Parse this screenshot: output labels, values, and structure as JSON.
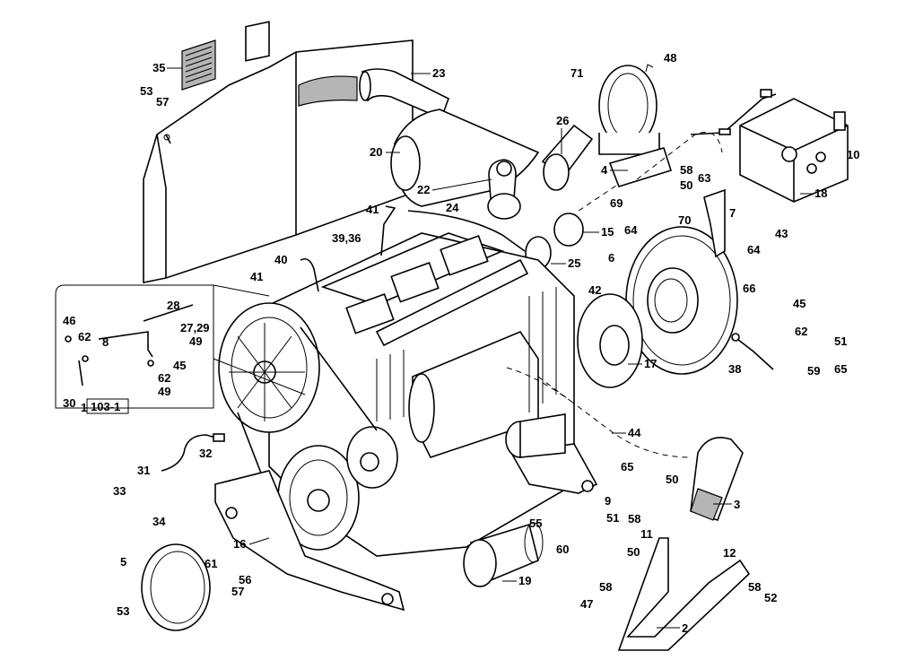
{
  "callouts": {
    "c2": "2",
    "c3": "3",
    "c4": "4",
    "c5": "5",
    "c6": "6",
    "c7": "7",
    "c8": "8",
    "c9": "9",
    "c10": "10",
    "c11": "11",
    "c12": "12",
    "c15": "15",
    "c16": "16",
    "c17": "17",
    "c18": "18",
    "c19": "19",
    "c20": "20",
    "c22": "22",
    "c23": "23",
    "c24": "24",
    "c25": "25",
    "c26": "26",
    "c28": "28",
    "c2729": "27,29",
    "c30": "30",
    "c31": "31",
    "c32": "32",
    "c33": "33",
    "c34": "34",
    "c35": "35",
    "c3936": "39,36",
    "c40": "40",
    "c41a": "41",
    "c41b": "41",
    "c42": "42",
    "c43": "43",
    "c44": "44",
    "c45a": "45",
    "c45b": "45",
    "c46": "46",
    "c47": "47",
    "c48": "48",
    "c49a": "49",
    "c49b": "49",
    "c50a": "50",
    "c50b": "50",
    "c50c": "50",
    "c51a": "51",
    "c51b": "51",
    "c52": "52",
    "c53a": "53",
    "c53b": "53",
    "c55": "55",
    "c56": "56",
    "c57a": "57",
    "c57b": "57",
    "c58a": "58",
    "c58b": "58",
    "c58c": "58",
    "c58d": "58",
    "c59": "59",
    "c60": "60",
    "c61": "61",
    "c62a": "62",
    "c62b": "62",
    "c62c": "62",
    "c63": "63",
    "c64a": "64",
    "c64b": "64",
    "c65a": "65",
    "c65b": "65",
    "c66": "66",
    "c69": "69",
    "c70": "70",
    "c71": "71",
    "c1": "1",
    "c1031": "103-1",
    "c38": "38"
  }
}
